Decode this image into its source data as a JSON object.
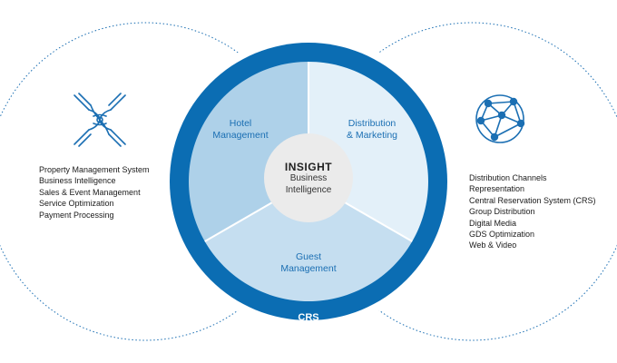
{
  "left_list": {
    "items": [
      "Property Management System",
      "Business Intelligence",
      "Sales & Event Management",
      "Service Optimization",
      "Payment Processing"
    ]
  },
  "right_list": {
    "items": [
      "Distribution Channels",
      "Representation",
      "Central Reservation System (CRS)",
      "Group Distribution",
      "Digital Media",
      "GDS Optimization",
      "Web & Video"
    ]
  },
  "segments": {
    "hotel_line1": "Hotel",
    "hotel_line2": "Management",
    "distribution_line1": "Distribution",
    "distribution_line2": "& Marketing",
    "guest_line1": "Guest",
    "guest_line2": "Management"
  },
  "center": {
    "title": "INSIGHT",
    "line1": "Business",
    "line2": "Intelligence"
  },
  "ring": {
    "label": "CRS"
  },
  "icons": {
    "left": "hands-teamwork-icon",
    "right": "network-globe-icon"
  },
  "colors": {
    "ring": "#0b6db3",
    "hotel_segment": "#aed1e9",
    "distribution_segment": "#e3f0f9",
    "guest_segment": "#c5def0",
    "center_circle": "#ebebeb",
    "dotted_circle": "#1b6fb3",
    "label_blue": "#1b6fb3"
  }
}
